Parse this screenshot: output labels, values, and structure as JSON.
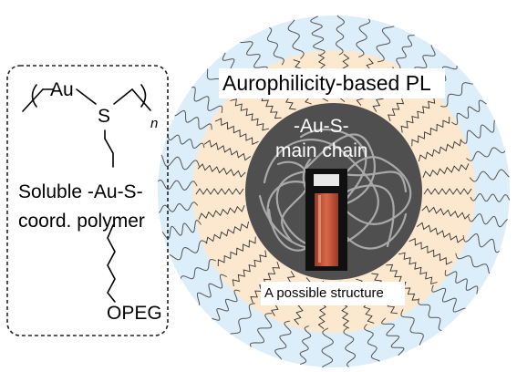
{
  "figure": {
    "title_label": "Aurophilicity-based PL",
    "core_label_line1": "-Au-S-",
    "core_label_line2": "main chain",
    "structure_caption": "A possible structure",
    "polymer_label_line1": "Soluble -Au-S-",
    "polymer_label_line2": "coord. polymer",
    "atom_au": "Au",
    "atom_s": "S",
    "repeat_subscript": "n",
    "end_group": "OPEG"
  },
  "colors": {
    "outer_shell": "#dceefa",
    "inner_shell": "#fbe8cf",
    "core": "#4f4f4f",
    "core_chain": "#a9a9a9",
    "vial_liquid": "#c85a3a",
    "vial_frame": "#101010"
  }
}
